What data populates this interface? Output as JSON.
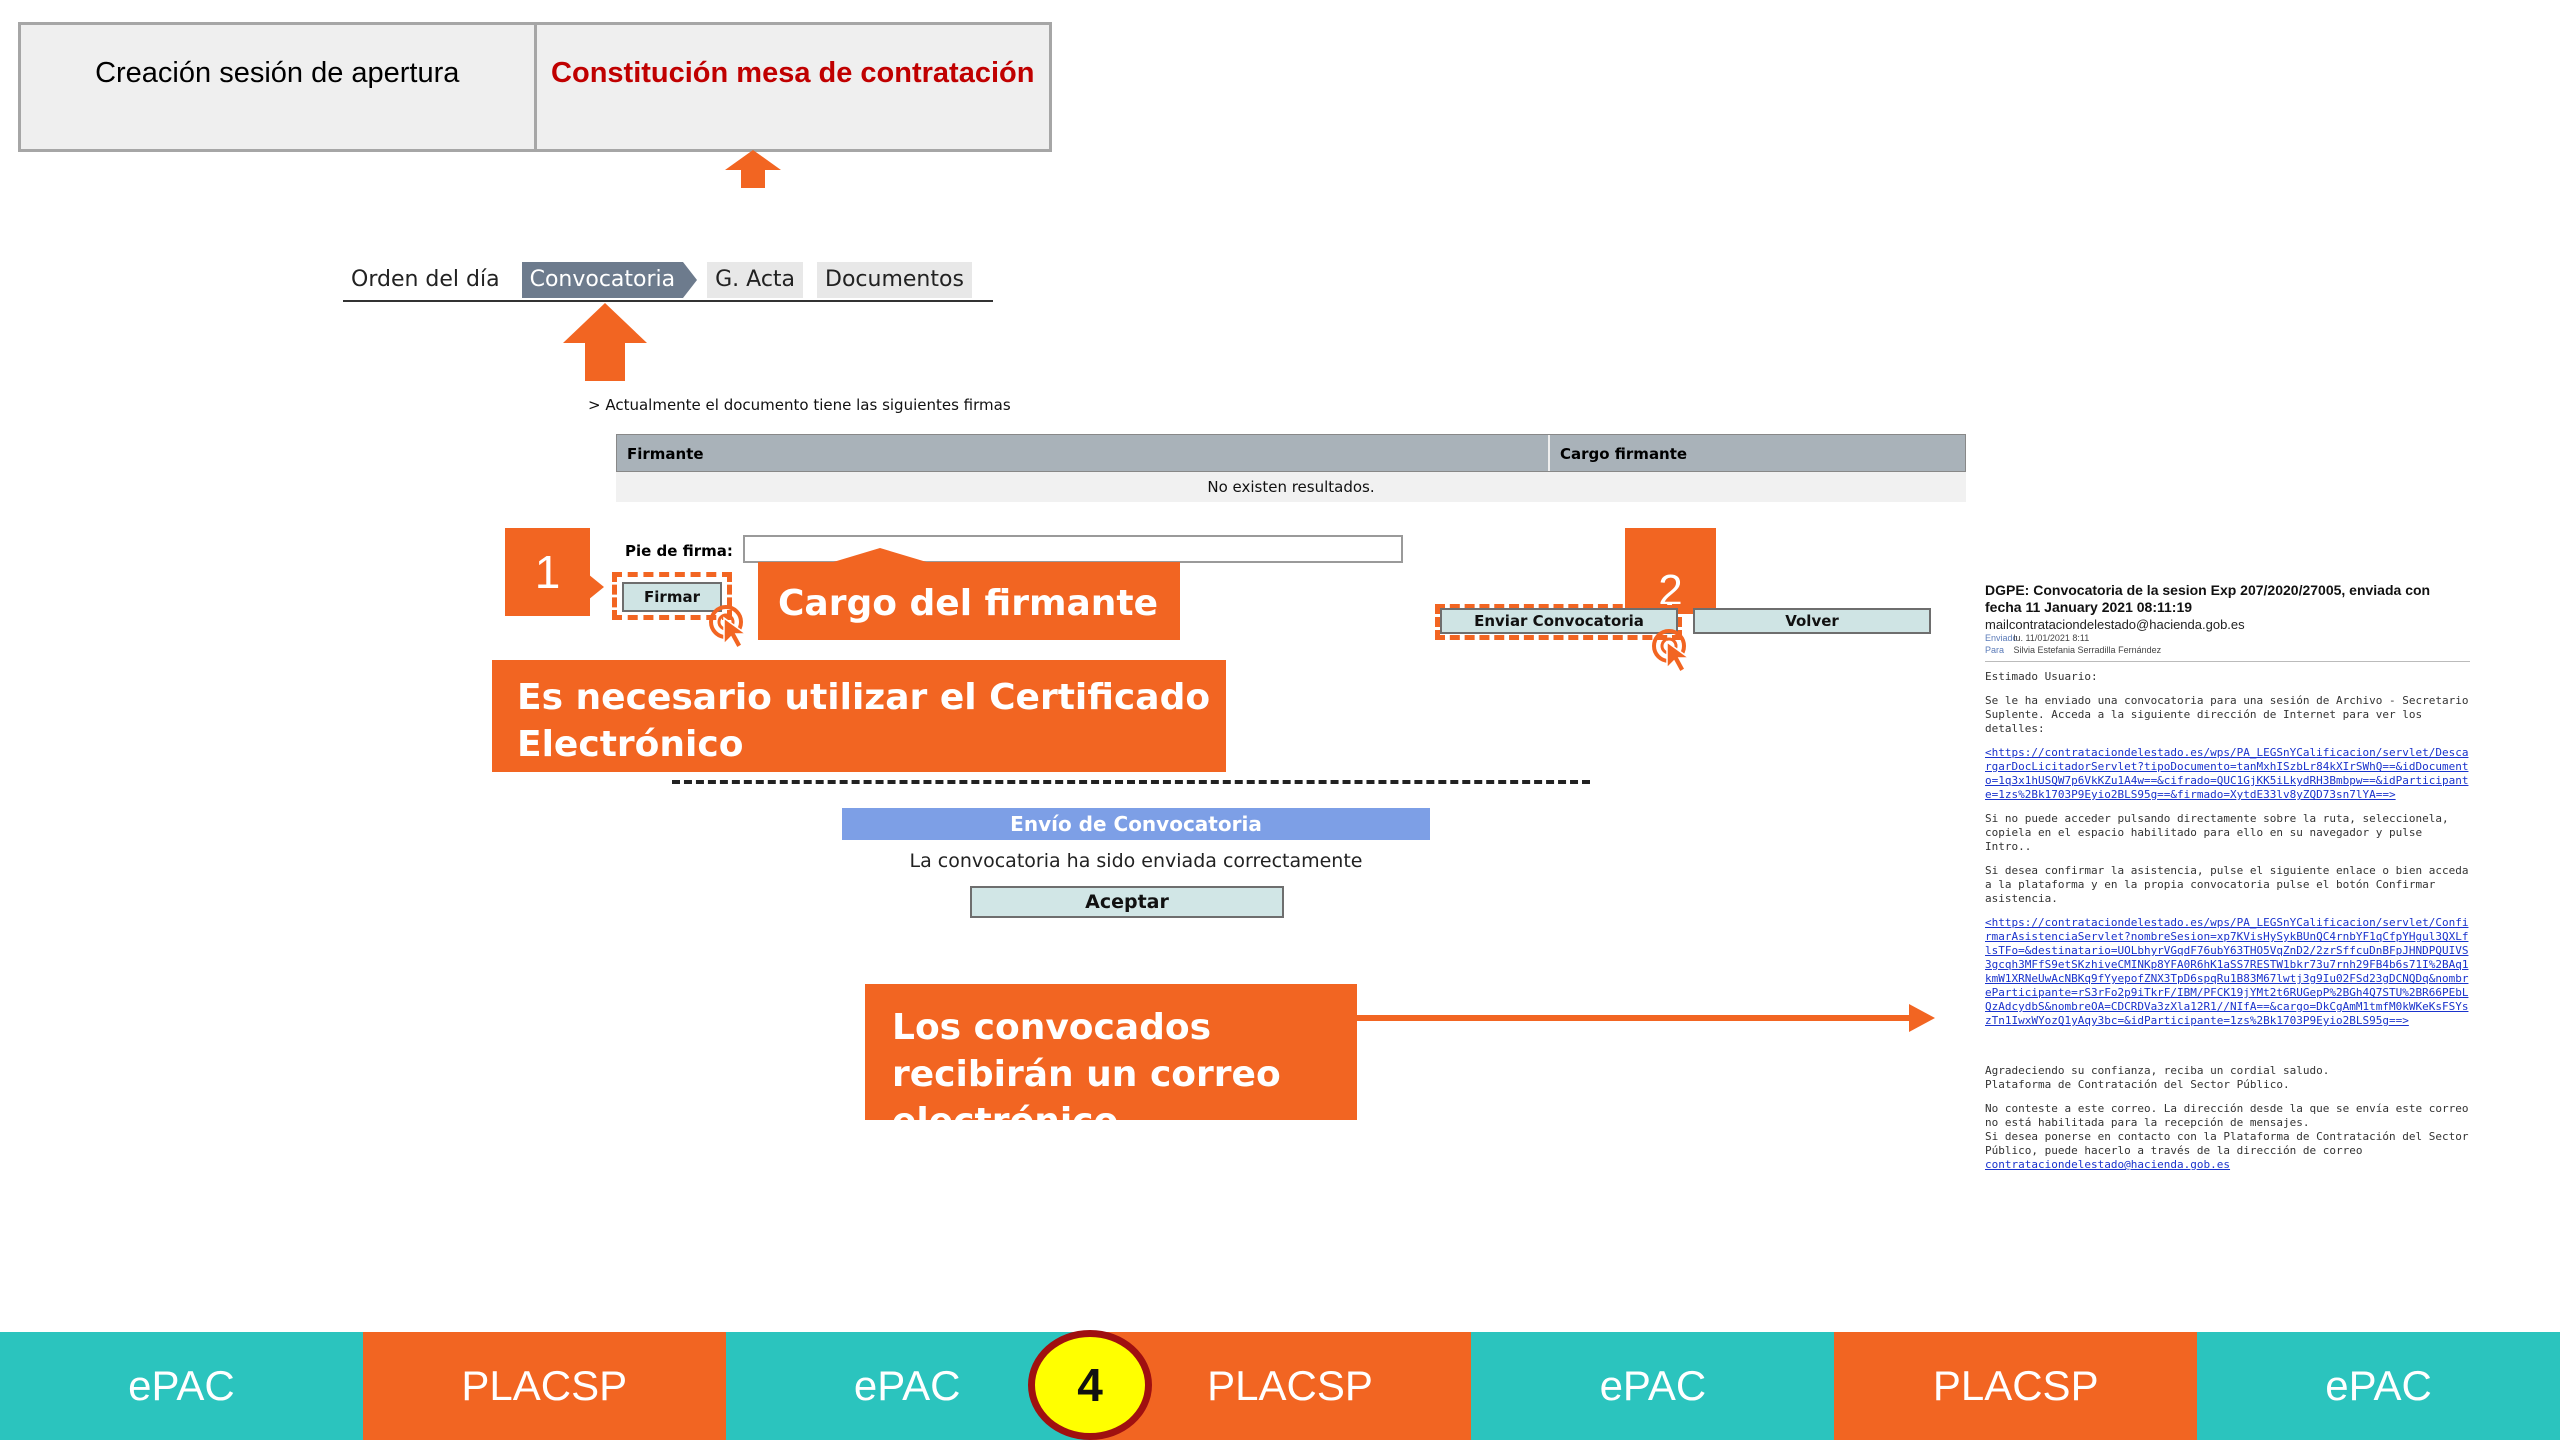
{
  "process_header": {
    "step_1": "Creación sesión de apertura",
    "step_2": "Constitución mesa de contratación"
  },
  "tabs": [
    {
      "label": "Orden del día"
    },
    {
      "label": "Convocatoria"
    },
    {
      "label": "G. Acta"
    },
    {
      "label": "Documentos"
    }
  ],
  "signatures": {
    "note": "> Actualmente el documento tiene las siguientes firmas",
    "col_firmante": "Firmante",
    "col_cargo": "Cargo firmante",
    "empty_text": "No existen resultados."
  },
  "form": {
    "pie_label": "Pie de firma:",
    "pie_value": "",
    "firmar_button": "Firmar",
    "enviar_button": "Enviar Convocatoria",
    "volver_button": "Volver"
  },
  "annotations": {
    "num_1": "1",
    "num_2": "2",
    "cargo_callout": "Cargo del firmante",
    "cert_callout": "Es necesario utilizar el Certificado Electrónico",
    "email_callout": "Los convocados recibirán un correo electrónico"
  },
  "dialog": {
    "title": "Envío de Convocatoria",
    "message": "La convocatoria ha sido enviada correctamente",
    "accept_button": "Aceptar"
  },
  "email": {
    "subject": "DGPE: Convocatoria de la sesion Exp 207/2020/27005, enviada con fecha 11 January 2021 08:11:19",
    "from": "mailcontrataciondelestado@hacienda.gob.es",
    "sent_key": "Enviado",
    "sent_value": "lu. 11/01/2021 8:11",
    "to_key": "Para",
    "to_value": "Silvia Estefania Serradilla Fernández",
    "greeting": "Estimado Usuario:",
    "p1": "Se le ha enviado una convocatoria para una sesión de Archivo - Secretario Suplente. Acceda a la siguiente dirección de Internet para ver los detalles:",
    "link1": "<https://contrataciondelestado.es/wps/PA_LEGSnYCalificacion/servlet/DescargarDocLicitadorServlet?tipoDocumento=tanMxhISzbLr84kXIrSWhQ==&idDocumento=1q3x1hUSQW7p6VkKZu1A4w==&cifrado=QUC1GjKK5iLkydRH3Bmbpw==&idParticipante=1zs%2Bk1703P9Eyio2BLS95g==&firmado=XytdE33lv8yZQD73sn7lYA==>",
    "p2": "Si no puede acceder pulsando directamente sobre la ruta, seleccionela, copiela en el espacio habilitado para ello en su navegador y pulse Intro..",
    "p3": "Si desea confirmar la asistencia, pulse el siguiente enlace o bien acceda a la plataforma y en la propia convocatoria pulse el botón Confirmar asistencia.",
    "link2": "<https://contrataciondelestado.es/wps/PA_LEGSnYCalificacion/servlet/ConfirmarAsistenciaServlet?nombreSesion=xp7KVisHySykBUnQC4rnbYF1qCfpYHgul3QXLflsTFo=&destinatario=UOLbhyrVGqdF76ubY63THO5VqZnD2/2zrSffcuDnBFpJHNDPQUIVS3gcqh3MFfS9etSKzhiveCMINKp8YFA0R6hK1aSS7RESTW1bkr73u7rnh29FB4b6s71I%2BAq1kmW1XRNeUwAcNBKq9fYyepofZNX3TpD6spqRu1B83M67lwtj3g9Iu02FSd23gDCNQDq&nombreParticipante=rS3rFo2p9iTkrF/IBM/PFCK19jYMt2t6RUGepP%2BGh4Q7STU%2BR66PEbLQzAdcydbS&nombreOA=CDCRDVa3zXla12R1//NIfA==&cargo=DkCgAmM1tmfM0kWKeKsFSYszTn1IwxWYozQ1yAqy3bc=&idParticipante=1zs%2Bk1703P9Eyio2BLS95g==>",
    "p4": "Agradeciendo su confianza, reciba un cordial saludo.\nPlataforma de Contratación del Sector Público.",
    "p5": "No conteste a este correo. La dirección desde la que se envía este correo no está habilitada para la recepción de mensajes.\nSi desea ponerse en contacto con la Plataforma de Contratación del Sector Público, puede hacerlo a través de la dirección de correo",
    "footer_link": "contrataciondelestado@hacienda.gob.es"
  },
  "bottom_band": [
    {
      "label": "ePAC"
    },
    {
      "label": "PLACSP"
    },
    {
      "label": "ePAC"
    },
    {
      "label": "PLACSP"
    },
    {
      "label": "ePAC"
    },
    {
      "label": "PLACSP"
    },
    {
      "label": "ePAC"
    }
  ],
  "step_number": "4",
  "colors": {
    "orange": "#f26522",
    "teal": "#2bc4be",
    "active_red": "#c00000",
    "badge_yellow": "#ffff00",
    "badge_border": "#a01010",
    "tab_active": "#6d7b8d",
    "dialog_blue": "#7d9fe6"
  }
}
